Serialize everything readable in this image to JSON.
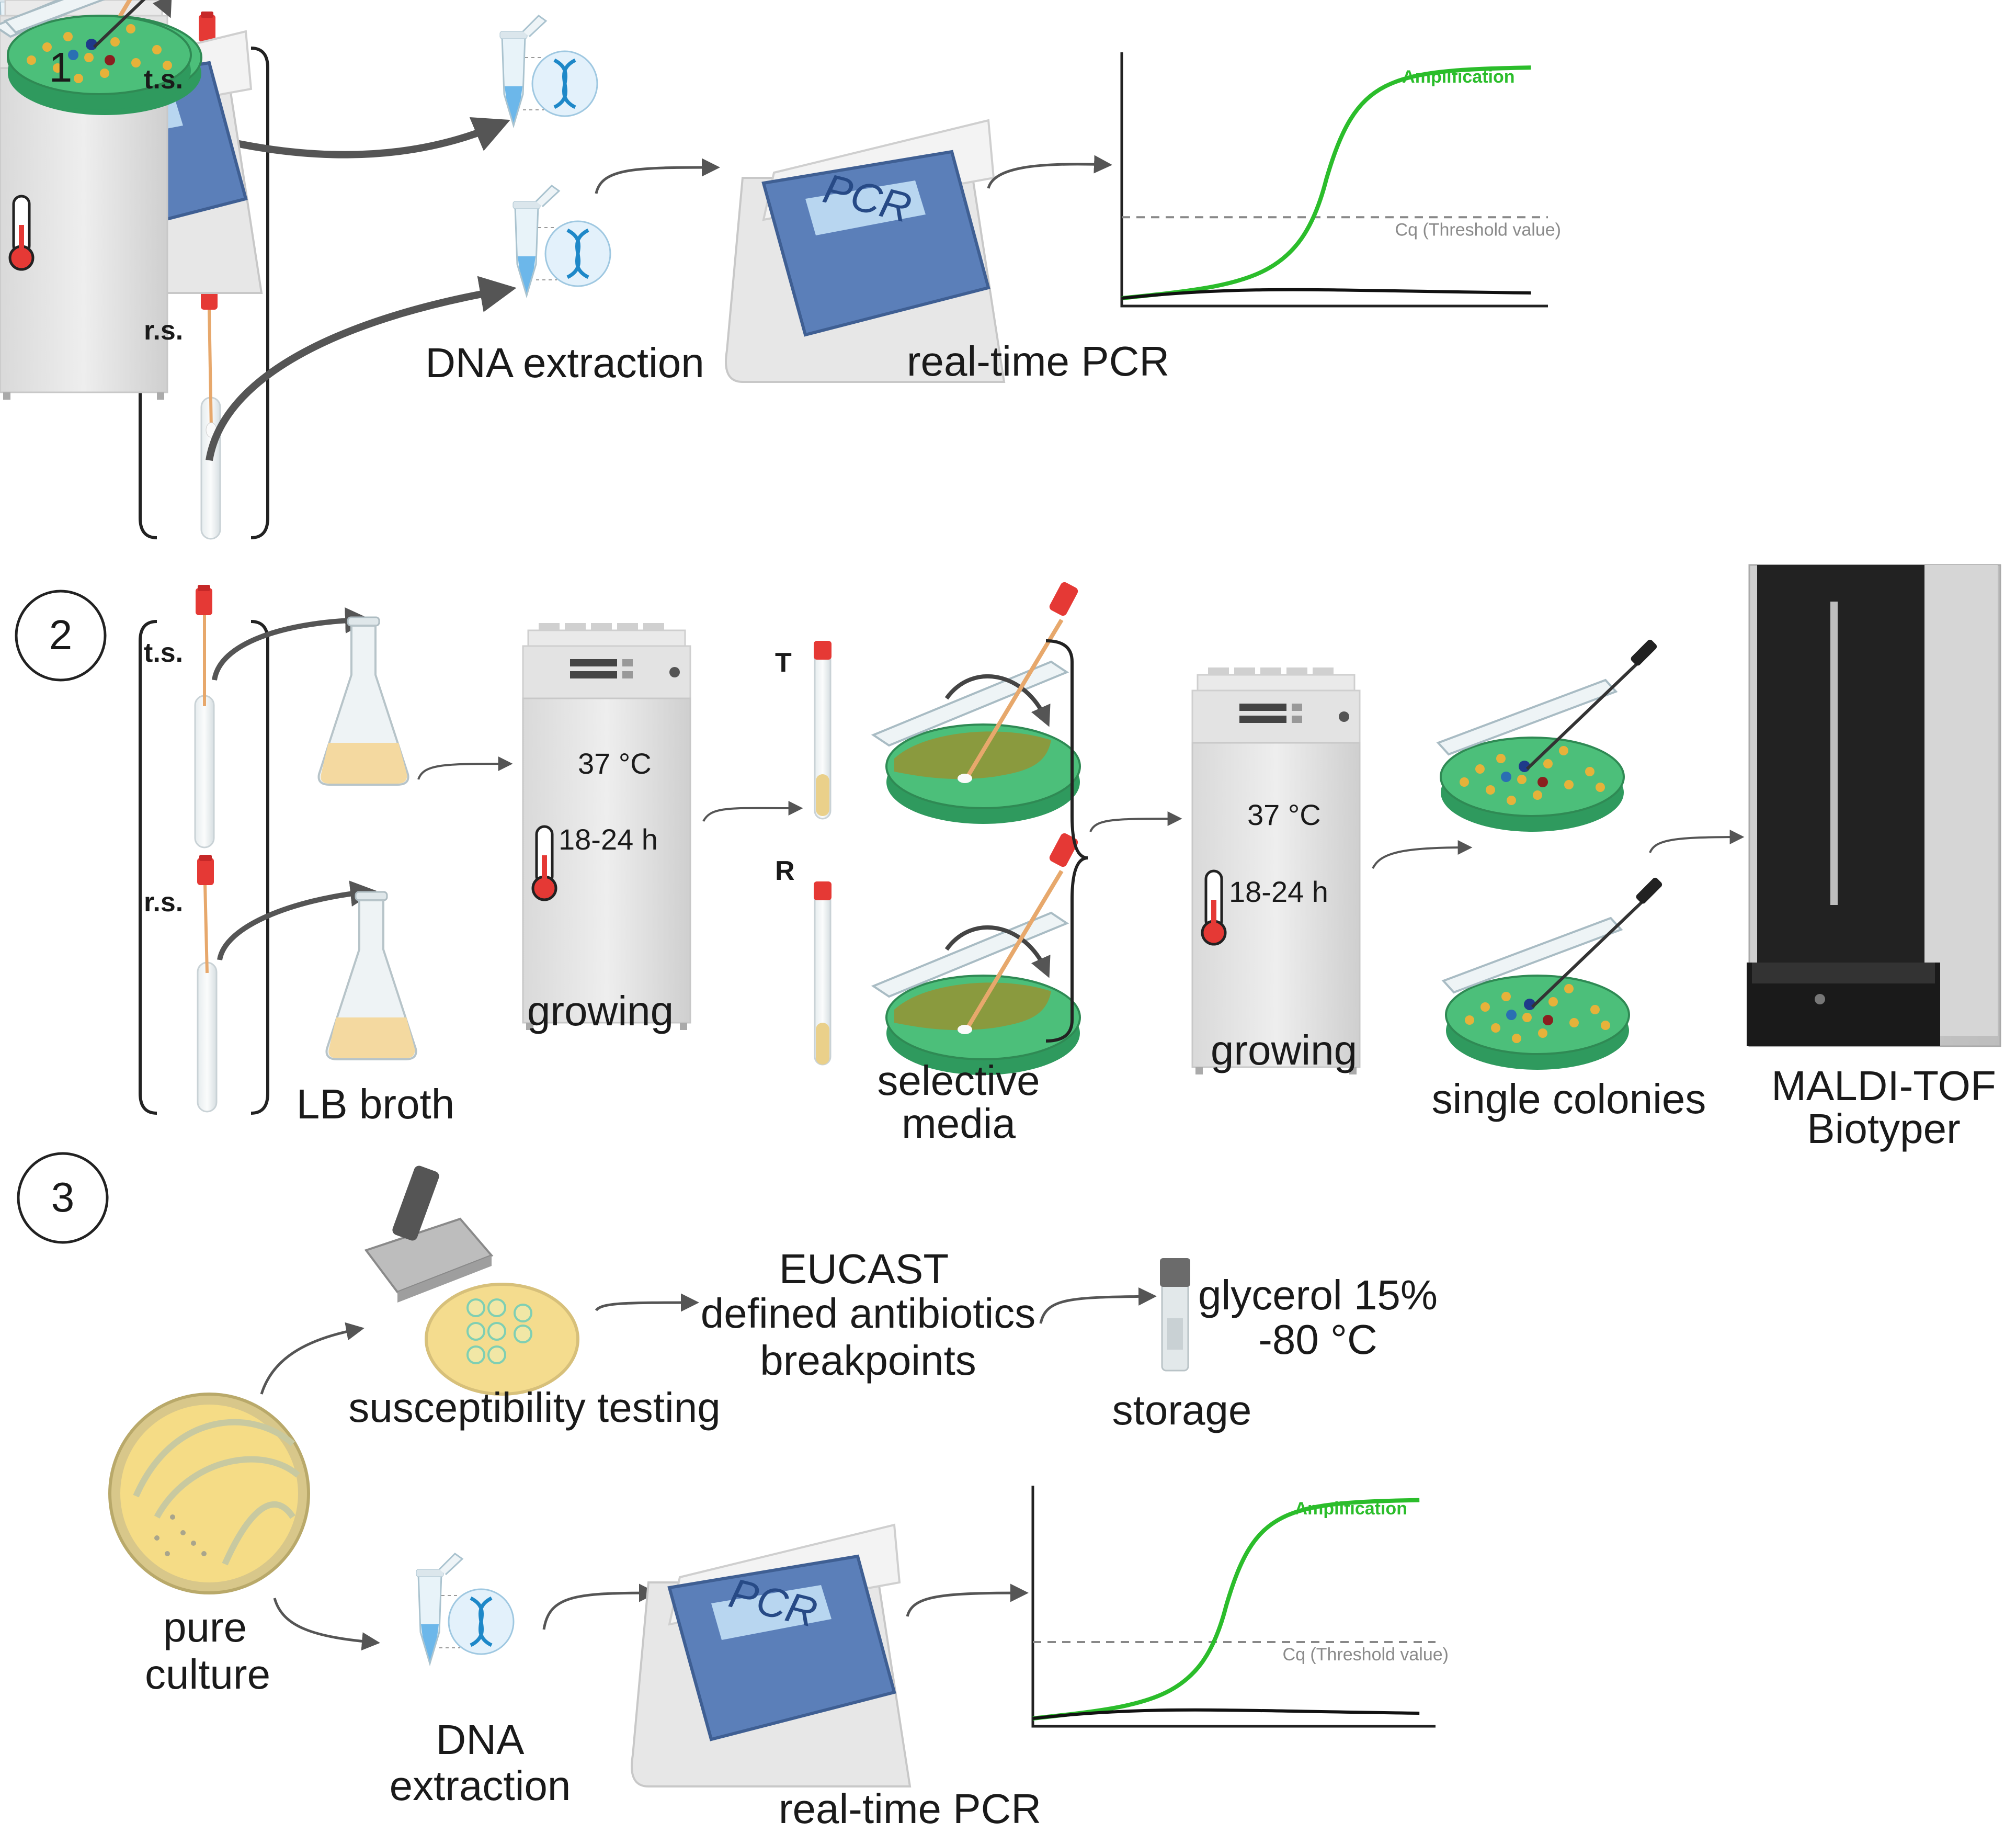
{
  "steps": {
    "one": "1",
    "two": "2",
    "three": "3"
  },
  "sample_tags": {
    "ts": "t.s.",
    "rs": "r.s."
  },
  "plate_tags": {
    "t": "T",
    "r": "R"
  },
  "labels": {
    "dna_extraction": "DNA extraction",
    "realtime_pcr": "real-time PCR",
    "growing": "growing",
    "lb_broth": "LB broth",
    "selective_media": [
      "selective",
      "media"
    ],
    "single_colonies": "single colonies",
    "maldi": [
      "MALDI-TOF",
      "Biotyper"
    ],
    "susceptibility": "susceptibility testing",
    "eucast": [
      "EUCAST",
      "defined antibiotics",
      "breakpoints"
    ],
    "glycerol": [
      "glycerol 15%",
      "-80 °C"
    ],
    "storage": "storage",
    "pure_culture": [
      "pure",
      "culture"
    ],
    "dna_extraction_split": [
      "DNA",
      "extraction"
    ],
    "pcr_screen": "PCR"
  },
  "incubation": {
    "temperature": "37 °C",
    "duration": "18-24 h"
  },
  "chart_data": [
    {
      "type": "line",
      "title": "",
      "xlabel": "",
      "ylabel": "",
      "series": [
        {
          "name": "Amplification",
          "color": "#2bbd2b",
          "shape": "sigmoid"
        },
        {
          "name": "",
          "color": "#111111",
          "shape": "flat"
        }
      ],
      "threshold": {
        "label": "Cq (Threshold value)",
        "style": "dashed"
      },
      "grid": false
    },
    {
      "type": "line",
      "title": "",
      "xlabel": "",
      "ylabel": "",
      "series": [
        {
          "name": "Amplification",
          "color": "#2bbd2b",
          "shape": "sigmoid"
        },
        {
          "name": "",
          "color": "#111111",
          "shape": "flat"
        }
      ],
      "threshold": {
        "label": "Cq (Threshold value)",
        "style": "dashed"
      },
      "grid": false
    }
  ],
  "colors": {
    "amplification": "#2bbd2b",
    "agar_green": "#3aa55f",
    "broth": "#f4d9a0",
    "cap_red": "#e53935",
    "dna_blue": "#1e88c8"
  }
}
